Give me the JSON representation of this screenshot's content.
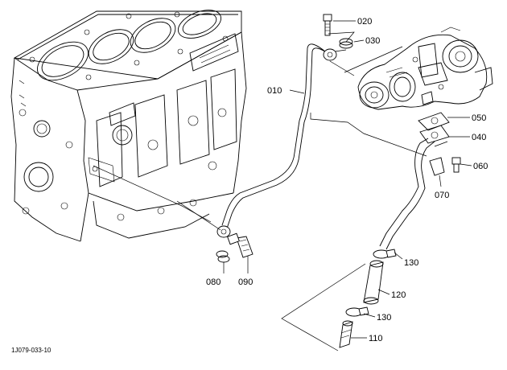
{
  "figure_code": "1J079-033-10",
  "parts": [
    {
      "id": "010",
      "label": "010"
    },
    {
      "id": "020",
      "label": "020"
    },
    {
      "id": "030",
      "label": "030"
    },
    {
      "id": "040",
      "label": "040"
    },
    {
      "id": "050",
      "label": "050"
    },
    {
      "id": "060",
      "label": "060"
    },
    {
      "id": "070",
      "label": "070"
    },
    {
      "id": "080",
      "label": "080"
    },
    {
      "id": "090",
      "label": "090"
    },
    {
      "id": "110",
      "label": "110"
    },
    {
      "id": "120",
      "label": "120"
    },
    {
      "id": "130a",
      "label": "130"
    },
    {
      "id": "130b",
      "label": "130"
    }
  ]
}
